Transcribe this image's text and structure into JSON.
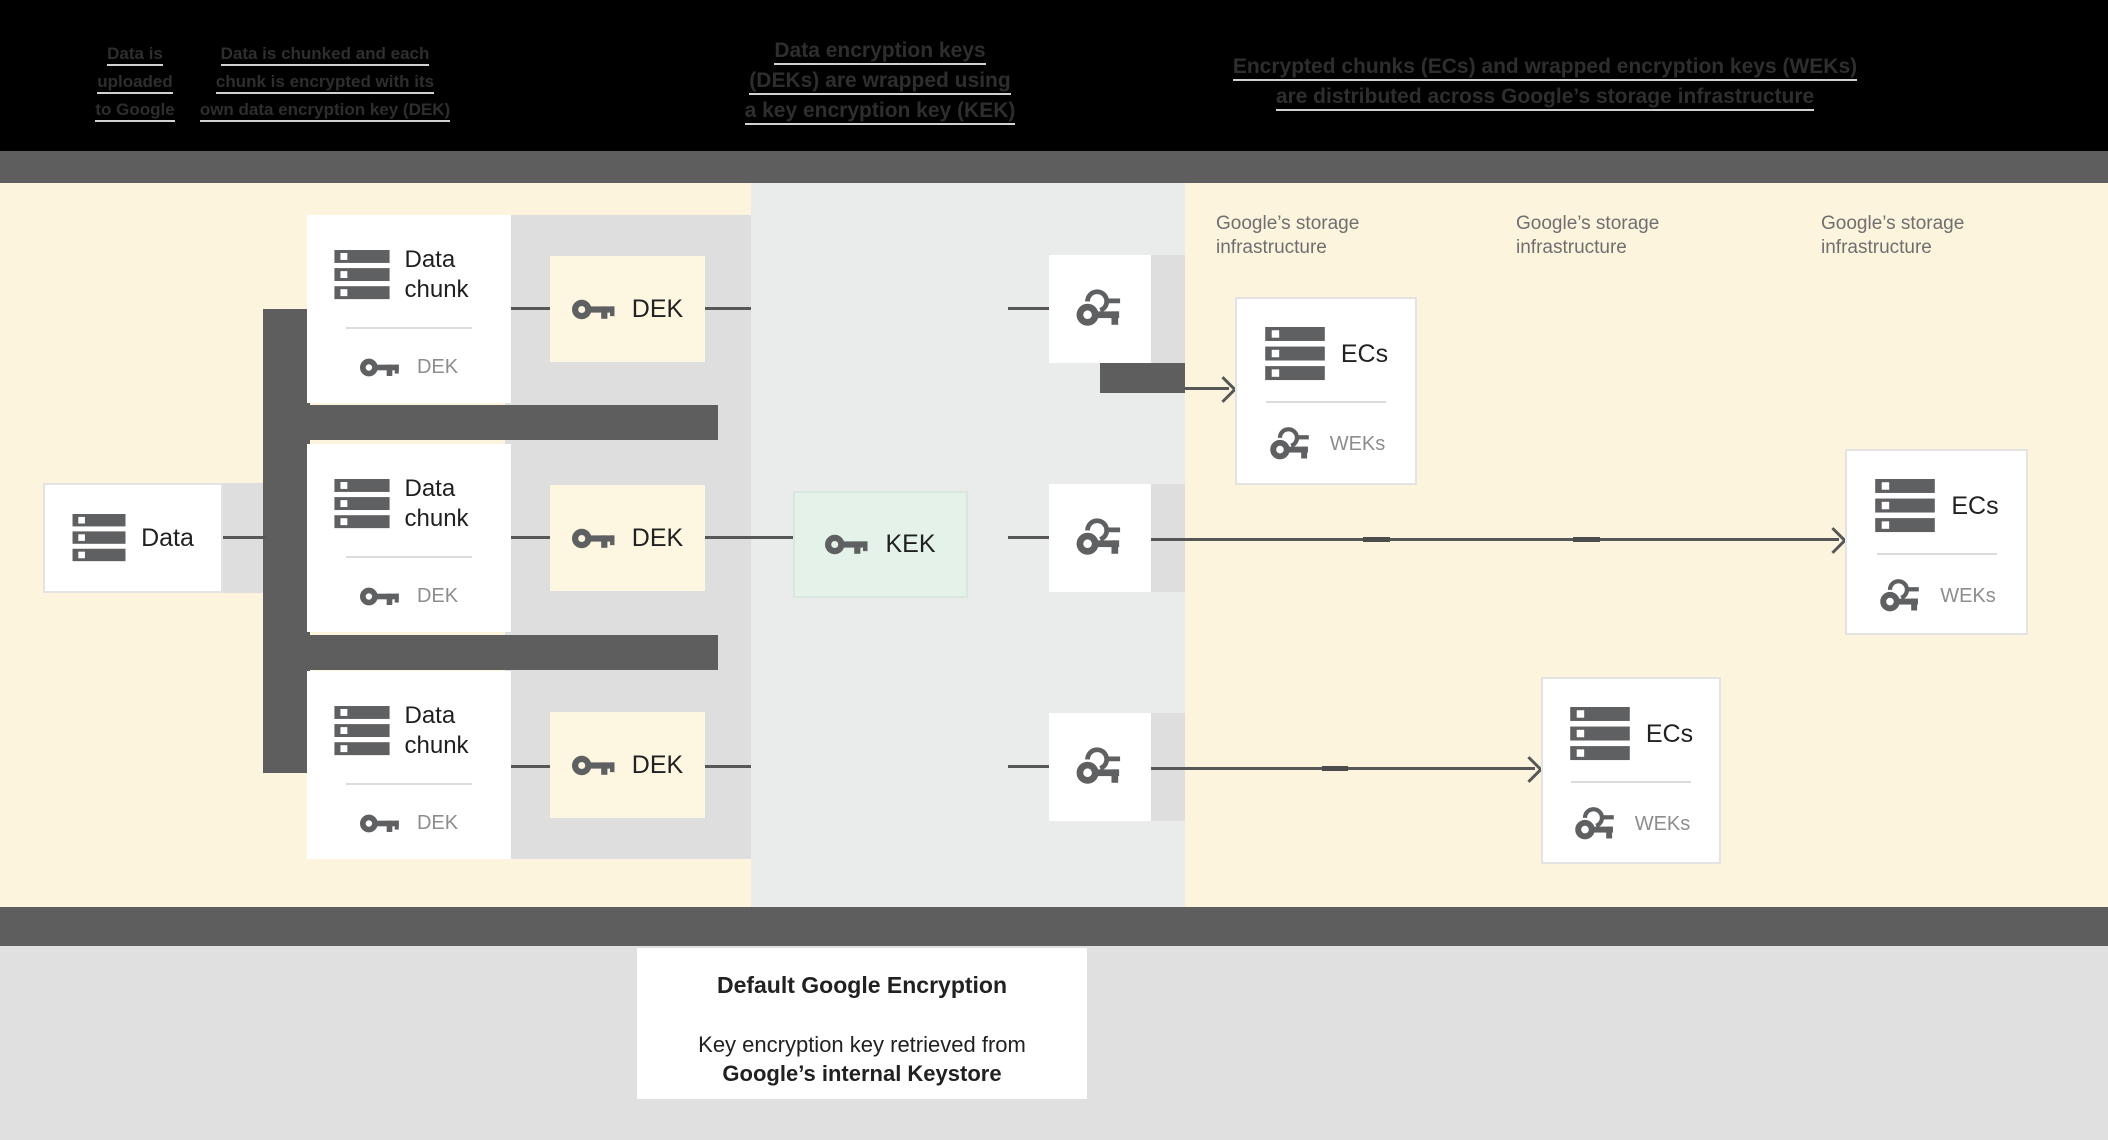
{
  "header": {
    "steps": [
      {
        "lines": [
          "Data is",
          "uploaded",
          "to Google"
        ]
      },
      {
        "lines": [
          "Data is chunked and each",
          "chunk is encrypted with its",
          "own data encryption key (DEK)"
        ]
      },
      {
        "lines": [
          "Data encryption keys",
          "(DEKs) are wrapped using",
          "a key encryption key (KEK)"
        ]
      },
      {
        "lines": [
          "Encrypted chunks (ECs) and wrapped encryption keys (WEKs)",
          "are distributed across Google’s storage infrastructure"
        ]
      }
    ]
  },
  "diagram": {
    "data_box": {
      "label": "Data"
    },
    "chunk_boxes": [
      {
        "title": "Data chunk",
        "key_label": "DEK"
      },
      {
        "title": "Data chunk",
        "key_label": "DEK"
      },
      {
        "title": "Data chunk",
        "key_label": "DEK"
      }
    ],
    "dek_boxes": [
      {
        "label": "DEK"
      },
      {
        "label": "DEK"
      },
      {
        "label": "DEK"
      }
    ],
    "kek_box": {
      "label": "KEK"
    },
    "storage_labels": [
      {
        "line1": "Google’s storage",
        "line2": "infrastructure"
      },
      {
        "line1": "Google’s storage",
        "line2": "infrastructure"
      },
      {
        "line1": "Google’s storage",
        "line2": "infrastructure"
      }
    ],
    "ecs_boxes": [
      {
        "title": "ECs",
        "key_label": "WEKs"
      },
      {
        "title": "ECs",
        "key_label": "WEKs"
      },
      {
        "title": "ECs",
        "key_label": "WEKs"
      }
    ]
  },
  "caption": {
    "title": "Default Google Encryption",
    "line1": "Key encryption key retrieved from",
    "line2": "Google’s internal Keystore"
  },
  "colors": {
    "cream_section": "#fcf4dd",
    "middle_panel": "#e9eceb",
    "dark_gray": "#5e5e5f",
    "band_gray": "#dedede",
    "kek_green": "#e4f2e9",
    "icon_gray": "#5f6062"
  }
}
